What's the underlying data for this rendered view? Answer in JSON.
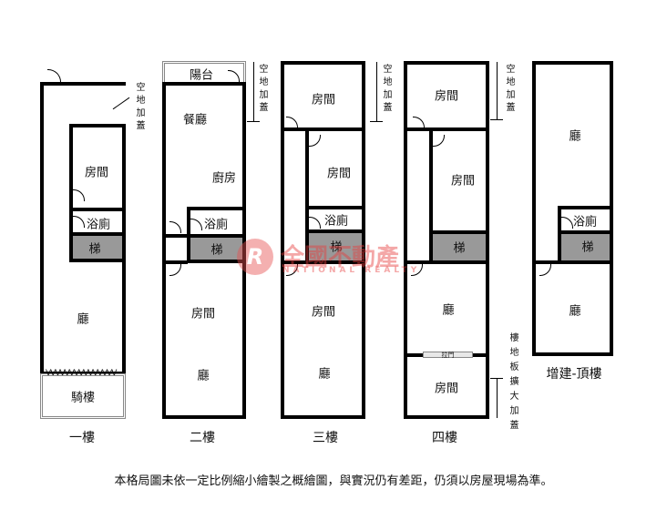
{
  "floors": [
    {
      "name": "一樓",
      "rooms": {
        "room": "房間",
        "bath": "浴廁",
        "stair": "梯",
        "hall": "廳",
        "arcade": "騎樓"
      },
      "note": "空地加蓋"
    },
    {
      "name": "二樓",
      "rooms": {
        "balcony": "陽台",
        "dining": "餐廳",
        "kitchen": "廚房",
        "bath": "浴廁",
        "stair": "梯",
        "room": "房間",
        "hall": "廳"
      },
      "note": "空地加蓋"
    },
    {
      "name": "三樓",
      "rooms": {
        "room_top": "房間",
        "room_mid": "房間",
        "bath": "浴廁",
        "stair": "梯",
        "room": "房間",
        "hall": "廳"
      },
      "note": "空地加蓋"
    },
    {
      "name": "四樓",
      "rooms": {
        "room_top": "房間",
        "room_mid": "房間",
        "stair": "梯",
        "hall": "廳",
        "sliding_door": "拉門",
        "room_bottom": "房間"
      },
      "note": "空地加蓋",
      "note_bottom": "樓地板擴大加蓋"
    },
    {
      "name": "增建-頂樓",
      "rooms": {
        "hall_top": "廳",
        "bath": "浴廁",
        "stair": "梯",
        "hall": "廳"
      }
    }
  ],
  "watermark": {
    "cn": "全國不動產",
    "en": "NATIONAL REALTY",
    "logo": "R"
  },
  "footer": "本格局圖未依一定比例縮小繪製之概繪圖，與實況仍有差距，仍須以房屋現場為準。"
}
